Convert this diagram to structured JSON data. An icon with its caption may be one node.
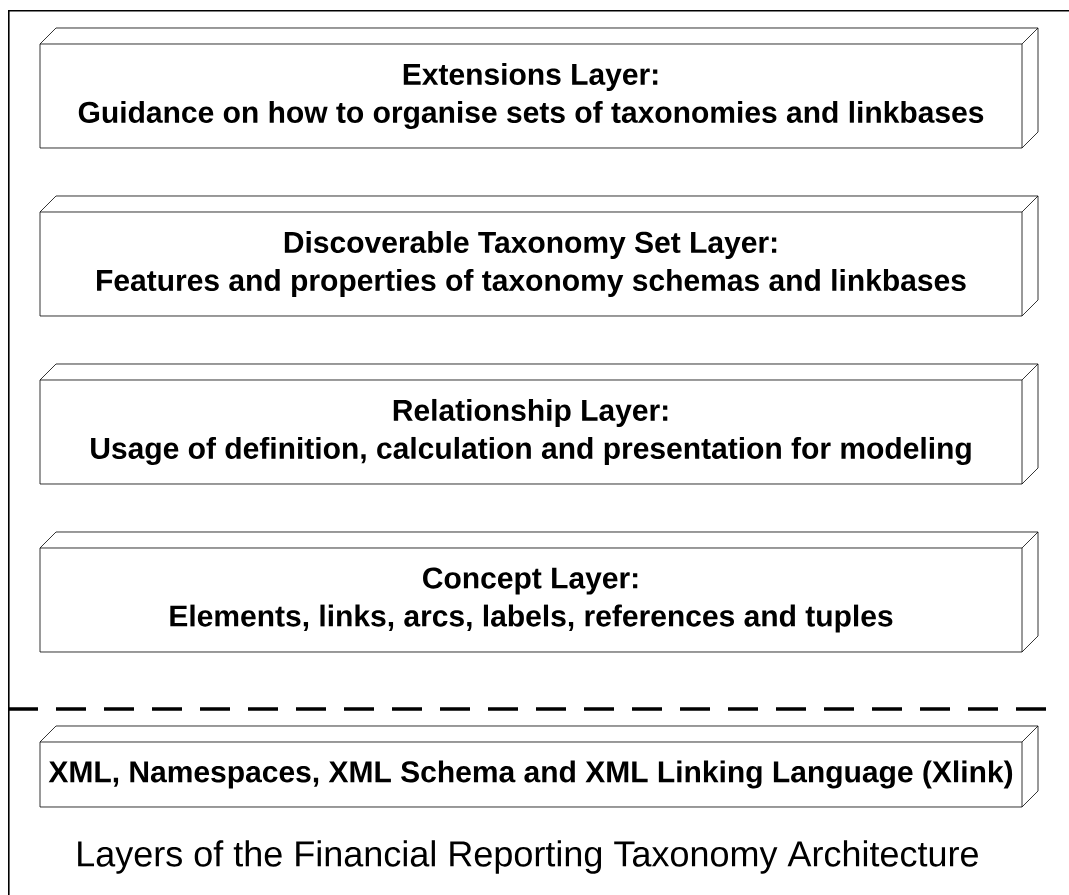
{
  "diagram": {
    "nodes": [
      {
        "text": [
          "Layers of the Financial Reporting Taxonomy Architecture"
        ]
      },
      {
        "text": [
          "Extensions Layer:",
          "Guidance on how to organise sets of taxonomies and linkbases"
        ],
        "in": 0
      },
      {
        "text": [
          "Discoverable Taxonomy Set Layer:",
          "Features and properties of taxonomy schemas and linkbases"
        ],
        "in": 0
      },
      {
        "text": [
          "Relationship Layer:",
          "Usage of definition, calculation and presentation for modeling"
        ],
        "in": 0
      },
      {
        "text": [
          "Concept Layer:",
          "Elements, links, arcs, labels, references and tuples"
        ],
        "in": 0
      },
      {
        "text": [
          "XML, Namespaces, XML Schema and XML Linking Language (Xlink)"
        ],
        "in": 0
      }
    ]
  }
}
